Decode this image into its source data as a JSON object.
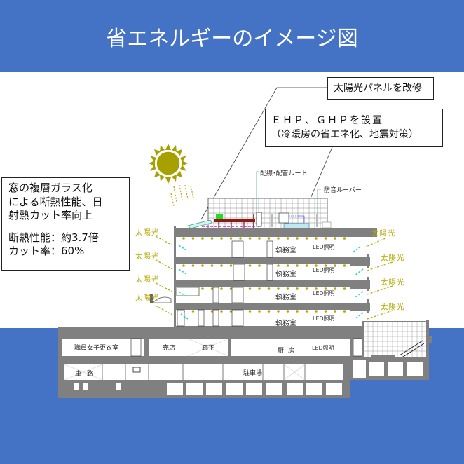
{
  "header": {
    "title": "省エネルギーのイメージ図",
    "background": "#4472c4"
  },
  "callouts": {
    "solar_panel": "太陽光パネルを改修",
    "ehp_ghp": {
      "line1": "ＥＨＰ、ＧＨＰを設置",
      "line2": "（冷暖房の省エネ化、地震対策）"
    },
    "window": {
      "line1": "窓の複層ガラス化",
      "line2": "による断熱性能、日",
      "line3": "射熱カット率向上",
      "line4": "断熱性能：約3.7倍",
      "line5": "カット率：60%"
    }
  },
  "roof_labels": {
    "wiring": "配線･配管ルート",
    "louver": "防音ルーバー"
  },
  "sunlight_label": "太陽光",
  "sunlight_color": "#b5a800",
  "floors": [
    {
      "room": "執務室",
      "led": "LED照明"
    },
    {
      "room": "執務室",
      "led": "LED照明"
    },
    {
      "room": "執務室",
      "led": "LED照明"
    },
    {
      "room": "執務室",
      "led": "LED照明"
    }
  ],
  "ground_floor": {
    "locker": "職員女子更衣室",
    "shop": "売店",
    "corridor": "廊下",
    "kitchen": "厨房",
    "kitchen_led": "LED照明"
  },
  "basement": {
    "driveway": "車路",
    "parking": "駐車場"
  },
  "colors": {
    "structure": "#808080",
    "accent_cyan": "#22d3c8",
    "pipe_magenta": "#e020e0",
    "plant_green": "#22dd22"
  }
}
